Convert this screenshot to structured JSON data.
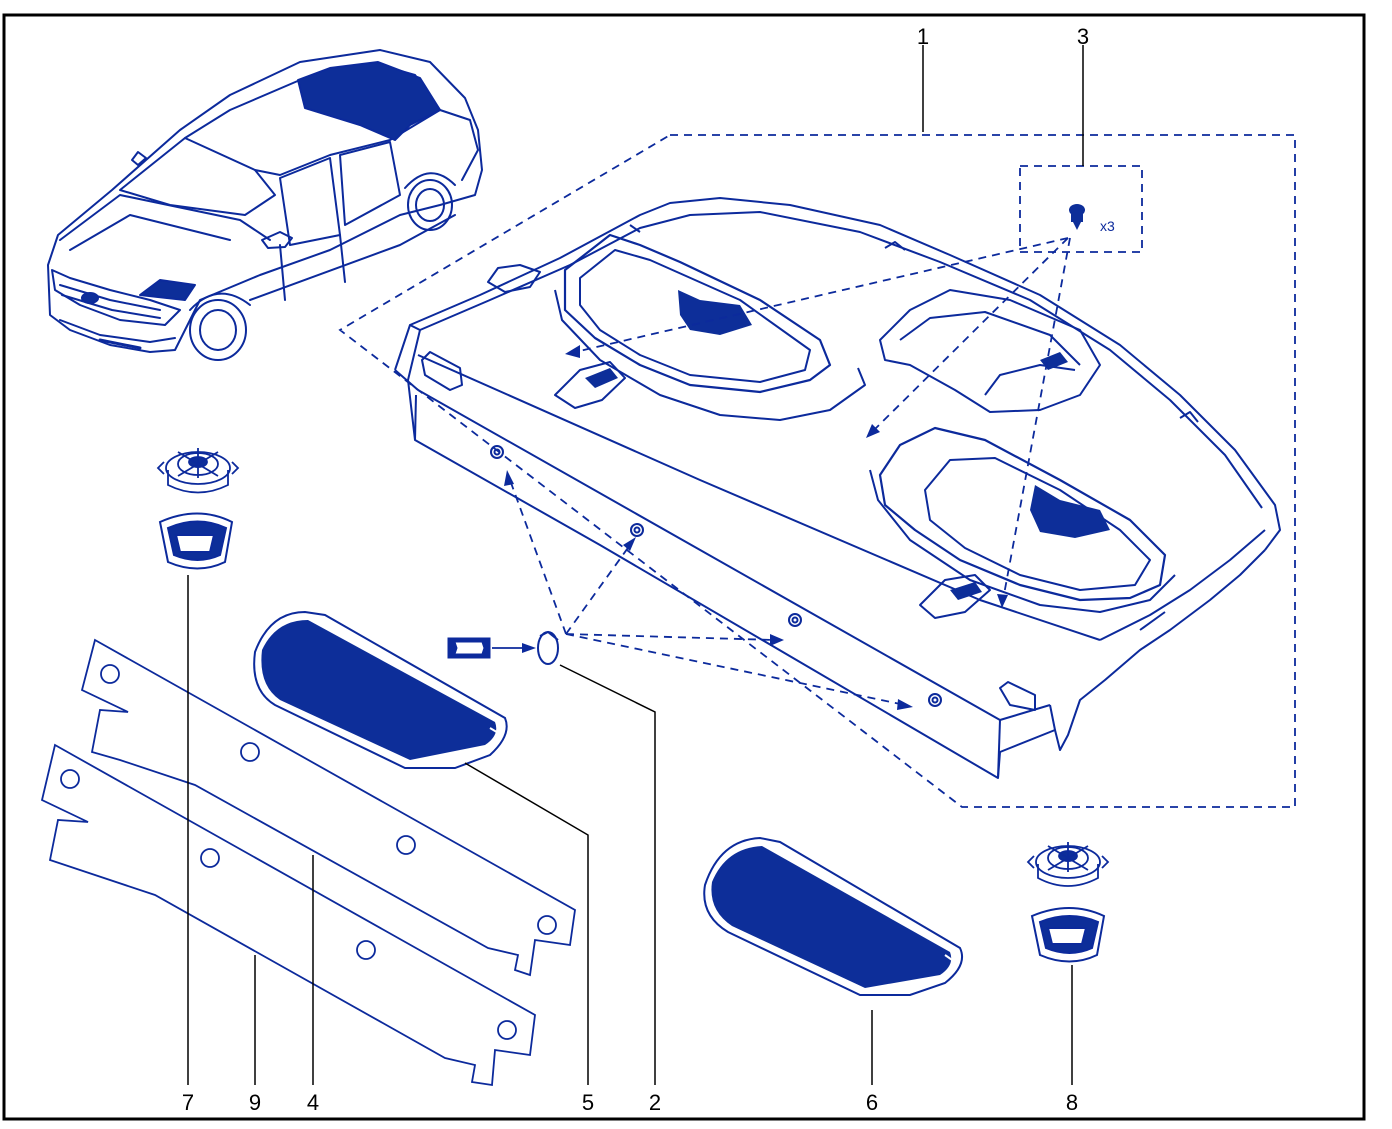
{
  "diagram": {
    "colors": {
      "frame": "#000000",
      "ink": "#0c2a9c",
      "fill": "#0d2e99",
      "text": "#000000"
    },
    "callouts": {
      "c1": "1",
      "c2": "2",
      "c3": "3",
      "c4": "4",
      "c5": "5",
      "c6": "6",
      "c7": "7",
      "c8": "8",
      "c9": "9"
    },
    "quantity_label": "x3",
    "icons": [
      "car-illustration",
      "parcel-shelf",
      "clip-fastener",
      "speaker-unit",
      "speaker-grille",
      "sound-pad",
      "plug-cap",
      "adhesive-strip",
      "insulation-strip"
    ]
  }
}
